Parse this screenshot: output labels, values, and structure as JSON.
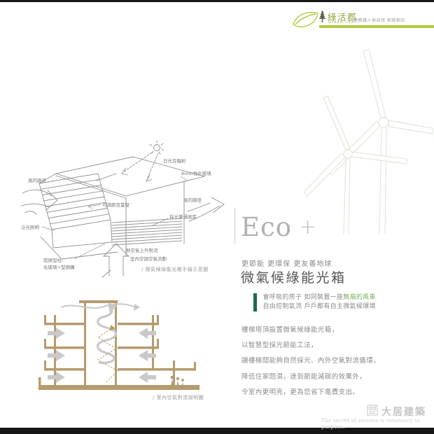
{
  "header": {
    "brand_name": "綠活郡",
    "brand_name_en": "Green life",
    "tagline": "建築讓人與自然 相契相合",
    "accent_bar_color": "#b6ca3e"
  },
  "eco_section": {
    "heading": "Eco",
    "heading_plus": "+",
    "subtitle": "更節能 更環保 更友善地球",
    "title": "微氣候綠能光箱"
  },
  "quote": {
    "line1_prefix": "會呼吸的房子 如同裝置一座",
    "line1_highlight": "無扇的風車",
    "line2": "自由控制氣流 戶戶都有自主微氣候環境",
    "bar_color": "#1b6b4a",
    "highlight_color": "#79b257"
  },
  "paragraph": {
    "lines": [
      "樓梯塔頂設置微氣候綠能光箱，",
      "以智慧型採光節能工法，",
      "讓樓梯間能夠自然採光、內外空氣對流循環，",
      "降低住家悶濕，達到節能減碳的效果外，",
      "令室內更明亮，更為您省下電費支出。"
    ]
  },
  "sketch": {
    "caption": "/ 微氣候綠能光箱手繪示意圖",
    "labels": {
      "sun": "日光及輻射",
      "glass": "8mm強化玻璃",
      "wind_in": "風的路徑",
      "wind_out": "風的路徑",
      "louver": "可調節百葉窗",
      "daylight_vent": "採光兼通風區",
      "flood_light": "泛光照明",
      "frame_line1": "鋁擠型柱-",
      "frame_line2": "毛玻璃+型鋼構",
      "hot_air_line1": "熱空氣上升對流",
      "hot_air_line2": "室內空調空氣流動"
    }
  },
  "section_diagram": {
    "caption": "/ 室內空氣對流說明圖",
    "structure_color": "#b59b6e",
    "airflow_color": "#c9c9c9"
  },
  "footer": {
    "logo_text": "大居建築",
    "slogan": "The secret of success is constancy to purpose."
  }
}
